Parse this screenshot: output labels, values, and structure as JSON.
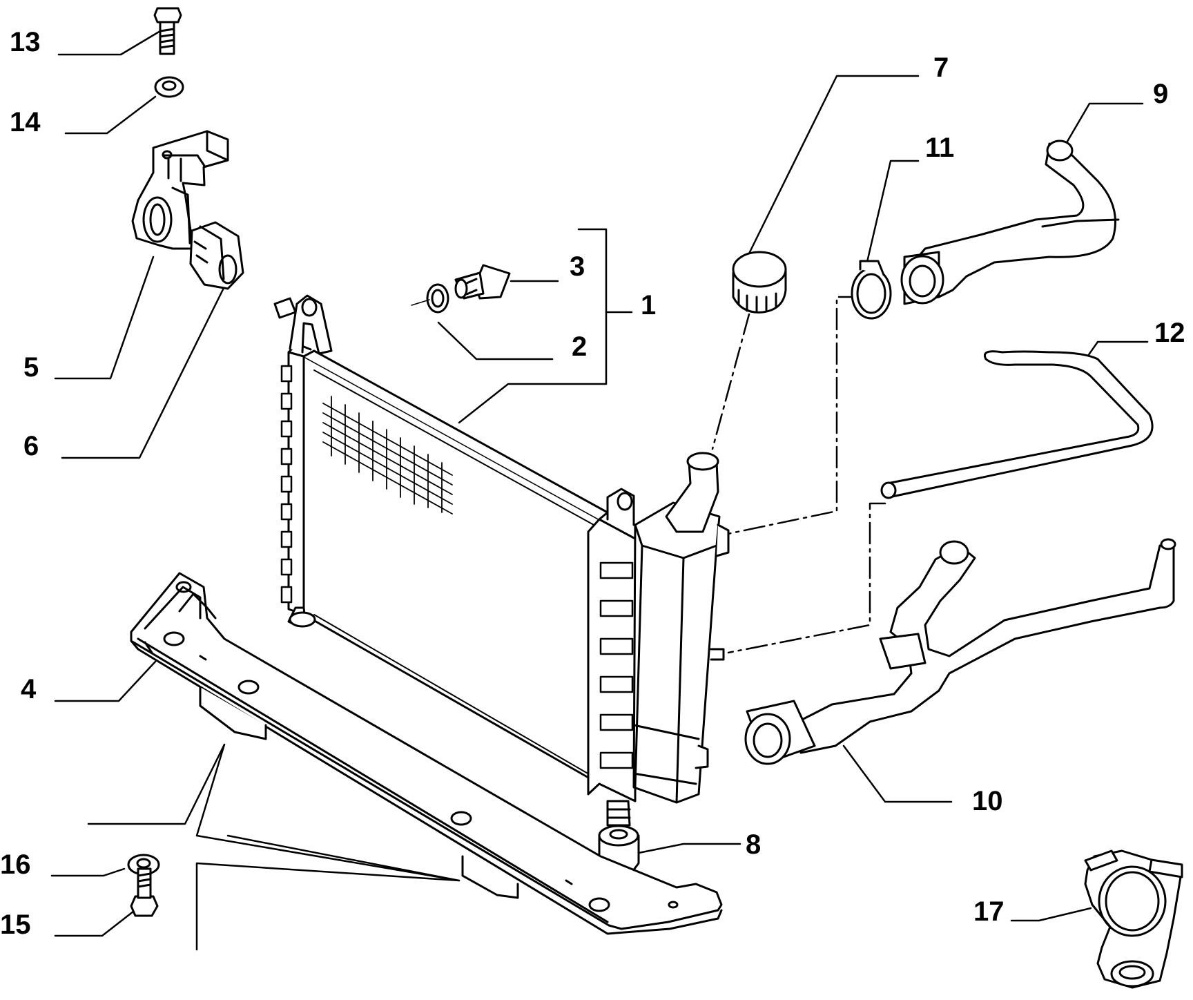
{
  "diagram": {
    "line_color": "#000000",
    "fill_color": "#ffffff",
    "callouts": [
      {
        "id": "c1",
        "label": "1"
      },
      {
        "id": "c2",
        "label": "2"
      },
      {
        "id": "c3",
        "label": "3"
      },
      {
        "id": "c4",
        "label": "4"
      },
      {
        "id": "c5",
        "label": "5"
      },
      {
        "id": "c6",
        "label": "6"
      },
      {
        "id": "c7",
        "label": "7"
      },
      {
        "id": "c8",
        "label": "8"
      },
      {
        "id": "c9",
        "label": "9"
      },
      {
        "id": "c10",
        "label": "10"
      },
      {
        "id": "c11",
        "label": "11"
      },
      {
        "id": "c12",
        "label": "12"
      },
      {
        "id": "c13",
        "label": "13"
      },
      {
        "id": "c14",
        "label": "14"
      },
      {
        "id": "c15",
        "label": "15"
      },
      {
        "id": "c16",
        "label": "16"
      },
      {
        "id": "c17",
        "label": "17"
      }
    ]
  }
}
